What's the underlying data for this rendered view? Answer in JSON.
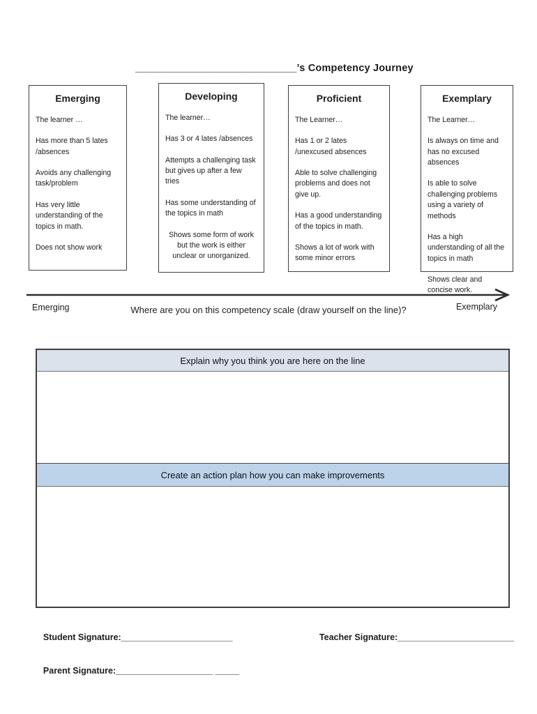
{
  "title": {
    "blank": "____________________________",
    "suffix": "’s Competency Journey"
  },
  "columns": [
    {
      "title": "Emerging",
      "items": [
        "The learner …",
        "Has more than 5 lates /absences",
        "Avoids any challenging task/problem",
        "Has very little understanding of the topics in math.",
        "Does not show work"
      ]
    },
    {
      "title": "Developing",
      "items": [
        "The learner…",
        "Has 3 or 4 lates /absences",
        "Attempts a challenging task but gives up after a few tries",
        "Has some understanding of the topics in math",
        "Shows some form of work but the work is either unclear or unorganized."
      ]
    },
    {
      "title": "Proficient",
      "items": [
        "The Learner…",
        "Has 1 or 2 lates /unexcused absences",
        "Able to solve challenging problems and does not give up.",
        "Has a good understanding of the topics in math.",
        "Shows a lot of work with some minor errors"
      ]
    },
    {
      "title": "Exemplary",
      "items": [
        "The Learner…",
        "Is always on time and has no excused absences",
        "Is able to solve challenging problems using a variety of methods",
        "Has a high understanding of all the topics in math",
        "Shows clear and concise work."
      ]
    }
  ],
  "scale": {
    "left_label": "Emerging",
    "right_label": "Exemplary",
    "question": "Where are you on this competency scale (draw yourself on the line)?",
    "arrow_color": "#2b2b2b"
  },
  "sections": [
    {
      "header": "Explain why you think you are here on the line",
      "bg": "#dbe2eb"
    },
    {
      "header": "Create an action plan how you can make improvements",
      "bg": "#bdd3ea"
    }
  ],
  "signatures": [
    {
      "label": "Student Signature:",
      "line": "_______________________"
    },
    {
      "label": "Teacher Signature:",
      "line": "________________________"
    },
    {
      "label": "Parent Signature:",
      "line": "____________________ _____"
    }
  ]
}
